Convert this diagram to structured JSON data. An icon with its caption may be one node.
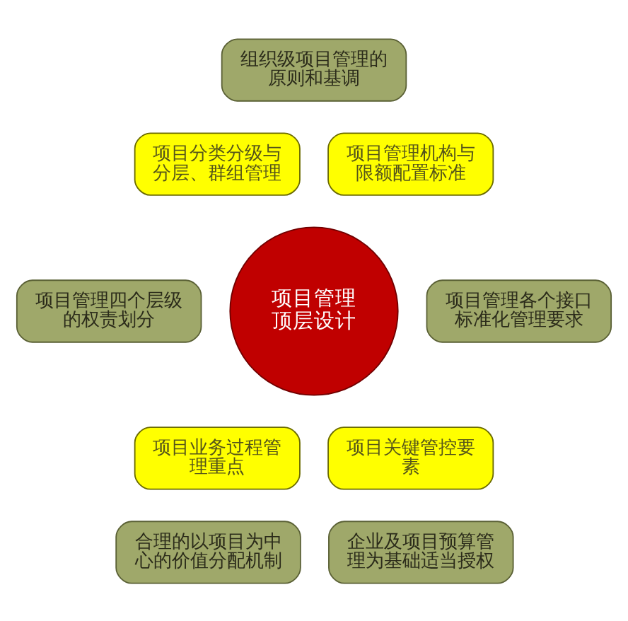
{
  "diagram": {
    "nodes": [
      {
        "text": [
          "组织级项目管理的原则和基调"
        ]
      },
      {
        "text": [
          "项目管理四个层级的权责划分"
        ]
      },
      {
        "text": [
          "项目管理各个接口标准化管理要求"
        ]
      },
      {
        "text": [
          "项目分类分级与分层、群组管理"
        ]
      },
      {
        "text": [
          "项目管理机构与限额配置标准"
        ]
      },
      {
        "text": [
          "项目管理顶层设计"
        ]
      },
      {
        "text": [
          "项目业务过程管理重点"
        ]
      },
      {
        "text": [
          "项目关键管控要素"
        ]
      },
      {
        "text": [
          "合理的以项目为中心的价值分配机制"
        ]
      },
      {
        "text": [
          "企业及项目预算管理为基础适当授权"
        ]
      }
    ],
    "edges": []
  }
}
